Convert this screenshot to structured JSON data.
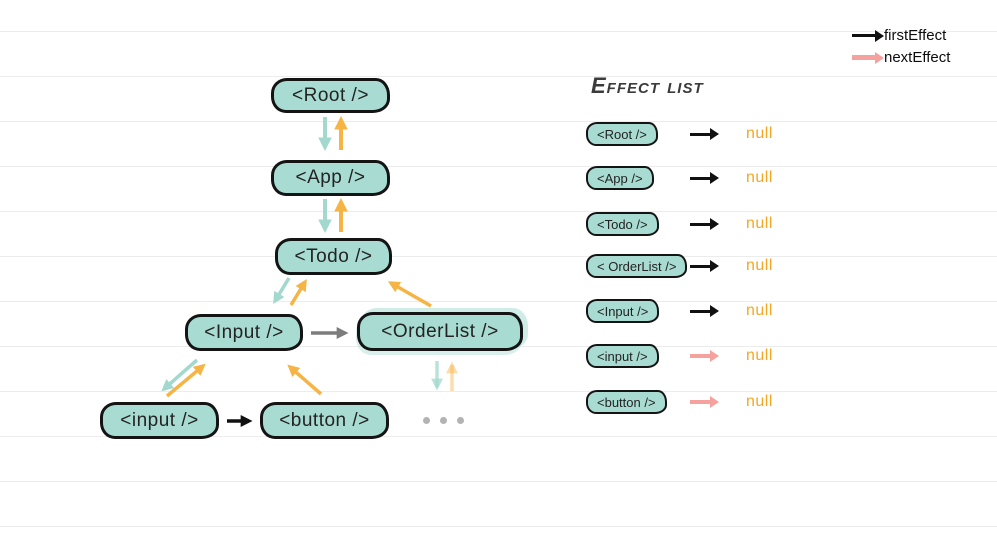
{
  "legend": {
    "items": [
      {
        "id": "first-effect",
        "label": "firstEffect",
        "arrow_color": "#111111"
      },
      {
        "id": "next-effect",
        "label": "nextEffect",
        "arrow_color": "#f5a29e"
      }
    ]
  },
  "tree": {
    "nodes": [
      {
        "id": "root",
        "label": "<Root />"
      },
      {
        "id": "app",
        "label": "<App />"
      },
      {
        "id": "todo",
        "label": "<Todo />"
      },
      {
        "id": "input-component",
        "label": "<Input />"
      },
      {
        "id": "orderlist",
        "label": "<OrderList />"
      },
      {
        "id": "input-element",
        "label": "<input />"
      },
      {
        "id": "button-element",
        "label": "<button />"
      }
    ],
    "ellipsis": "..."
  },
  "effect_list": {
    "title": "Effect list",
    "rows": [
      {
        "node_label": "<Root />",
        "arrow": "firstEffect",
        "value": "null"
      },
      {
        "node_label": "<App />",
        "arrow": "firstEffect",
        "value": "null"
      },
      {
        "node_label": "<Todo />",
        "arrow": "firstEffect",
        "value": "null"
      },
      {
        "node_label": "< OrderList />",
        "arrow": "firstEffect",
        "value": "null"
      },
      {
        "node_label": "<Input />",
        "arrow": "firstEffect",
        "value": "null"
      },
      {
        "node_label": "<input />",
        "arrow": "nextEffect",
        "value": "null"
      },
      {
        "node_label": "<button />",
        "arrow": "nextEffect",
        "value": "null"
      }
    ]
  },
  "colors": {
    "node_fill": "#a8dcd2",
    "node_border": "#141414",
    "teal_arrow": "#a3d8ce",
    "orange_arrow": "#f6b445",
    "pink_arrow": "#f5a29e",
    "gray_arrow": "#7d7d7d",
    "black_arrow": "#111111",
    "null_text": "#f5a623",
    "gridline": "#ececec"
  }
}
